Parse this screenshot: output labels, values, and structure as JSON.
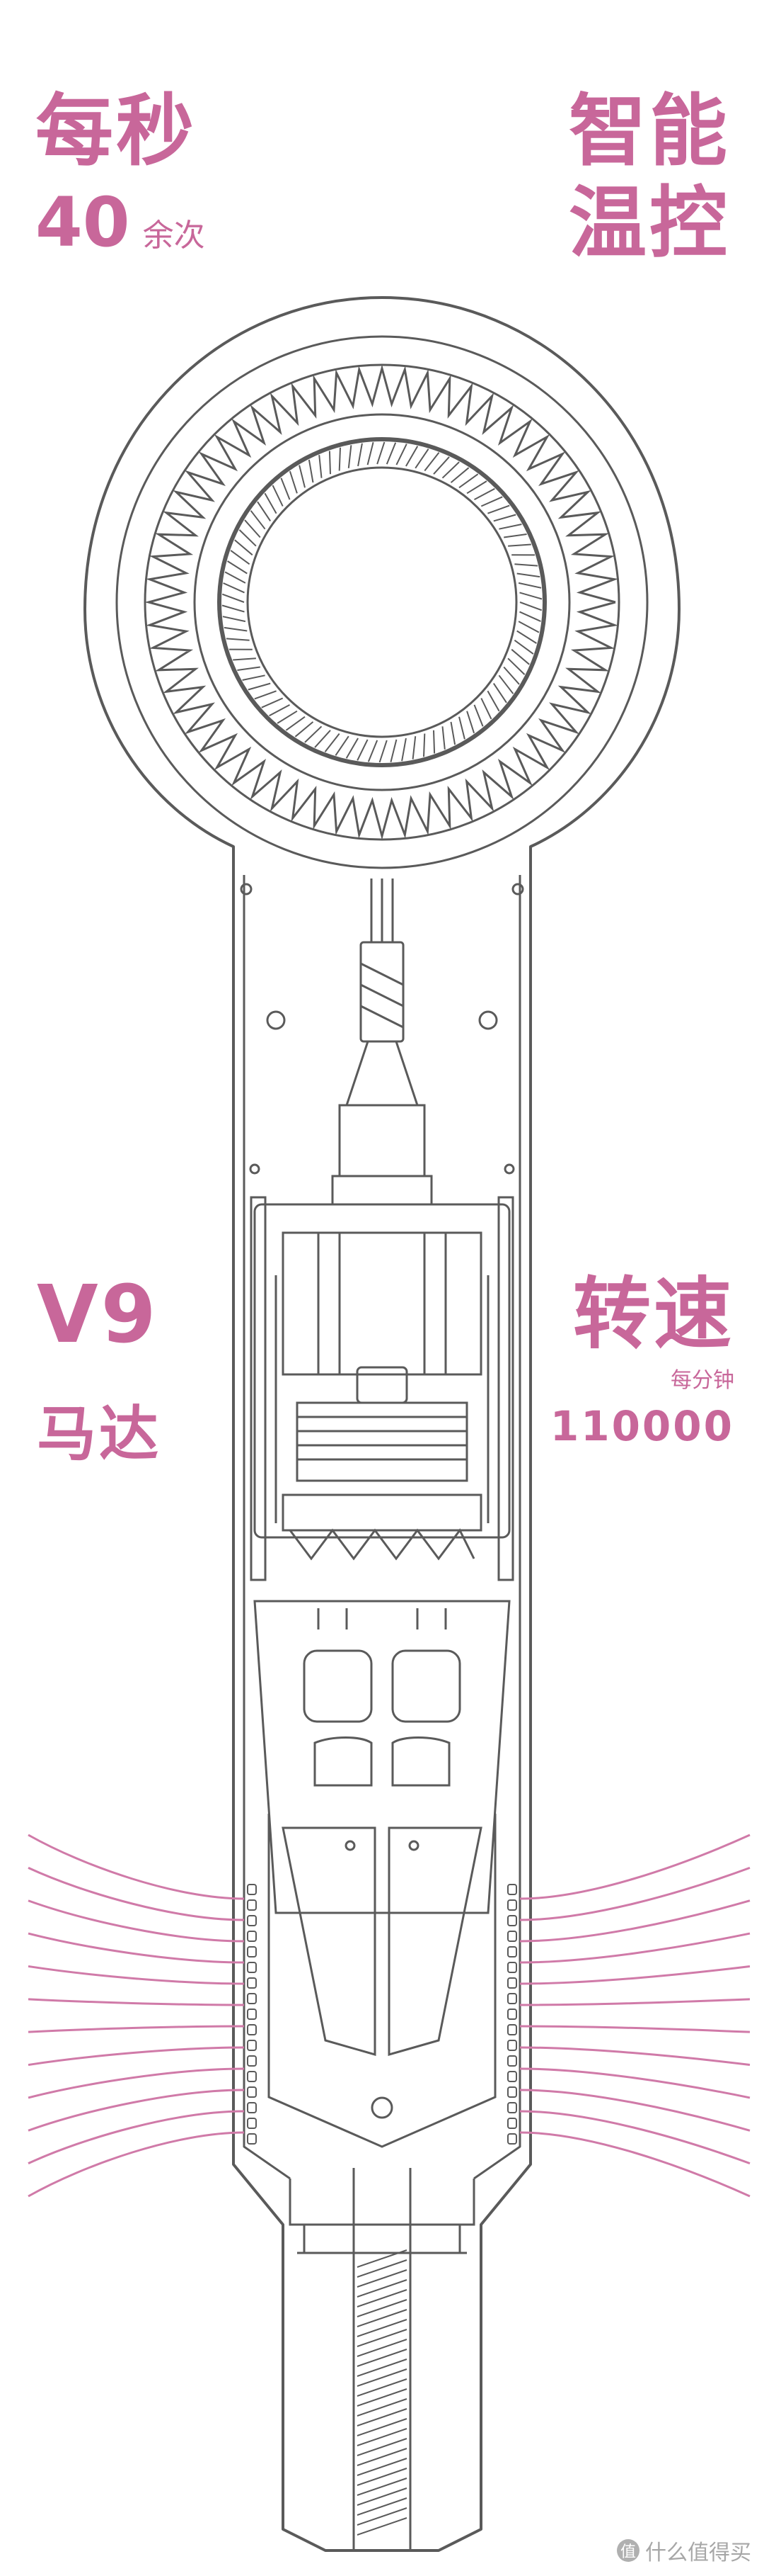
{
  "callouts": {
    "top_left": {
      "title": "每秒",
      "number": "40",
      "suffix": "余次"
    },
    "top_right": {
      "line1": "智能",
      "line2": "温控"
    },
    "mid_left": {
      "model": "V9",
      "label": "马达"
    },
    "mid_right": {
      "title": "转速",
      "caption": "每分钟",
      "number": "110000"
    }
  },
  "watermark": {
    "badge": "值",
    "text": "什么值得买"
  },
  "colors": {
    "accent": "#c8679a",
    "line": "#5a5a5a",
    "airflow": "#d07aa8"
  }
}
